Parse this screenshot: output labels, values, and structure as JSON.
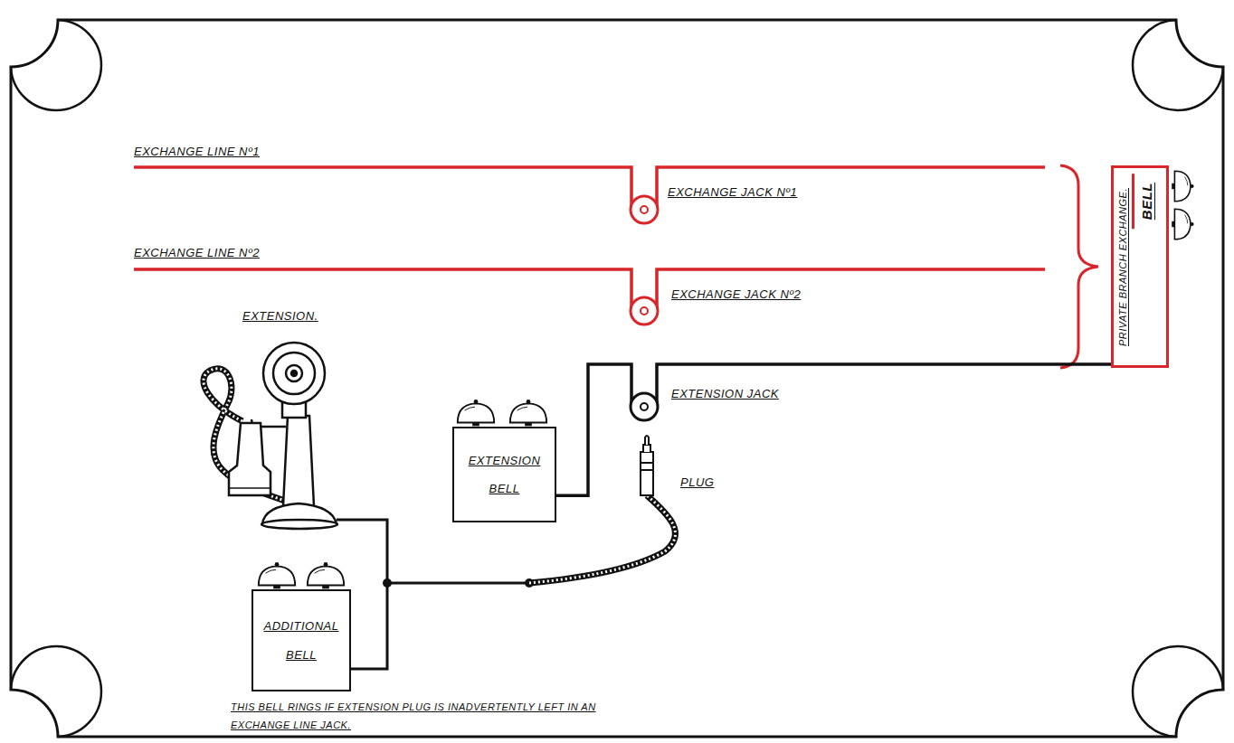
{
  "diagram": {
    "nodes": [
      {
        "text": [
          "PRIVATE BRANCH EXCHANGE.",
          "BELL"
        ]
      },
      {
        "text": [
          "EXTENSION BELL"
        ]
      },
      {
        "text": [
          "ADDITIONAL BELL"
        ]
      }
    ],
    "edges": [
      {
        "from": 1,
        "to": 0,
        "arrow": "none"
      }
    ],
    "labels": [
      "EXCHANGE LINE Nº1",
      "EXCHANGE JACK Nº1",
      "EXCHANGE LINE Nº2",
      "EXCHANGE JACK Nº2",
      "EXTENSION.",
      "EXTENSION JACK",
      "PLUG",
      "THIS BELL RINGS IF EXTENSION PLUG IS INADVERTENTLY LEFT IN AN EXCHANGE LINE JACK."
    ]
  }
}
